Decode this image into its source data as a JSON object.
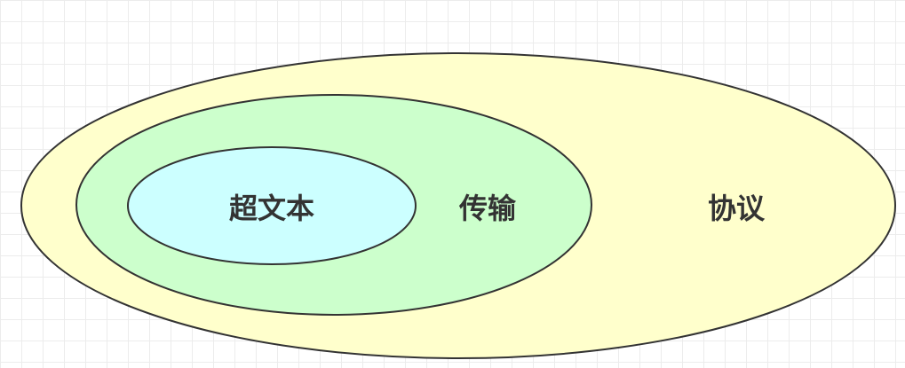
{
  "diagram": {
    "layers": [
      {
        "key": "outer",
        "label": "协议",
        "fill": "#ffffcc",
        "stroke": "#333333"
      },
      {
        "key": "middle",
        "label": "传输",
        "fill": "#ccffcc",
        "stroke": "#333333"
      },
      {
        "key": "inner",
        "label": "超文本",
        "fill": "#ccffff",
        "stroke": "#333333"
      }
    ],
    "grid": true
  }
}
